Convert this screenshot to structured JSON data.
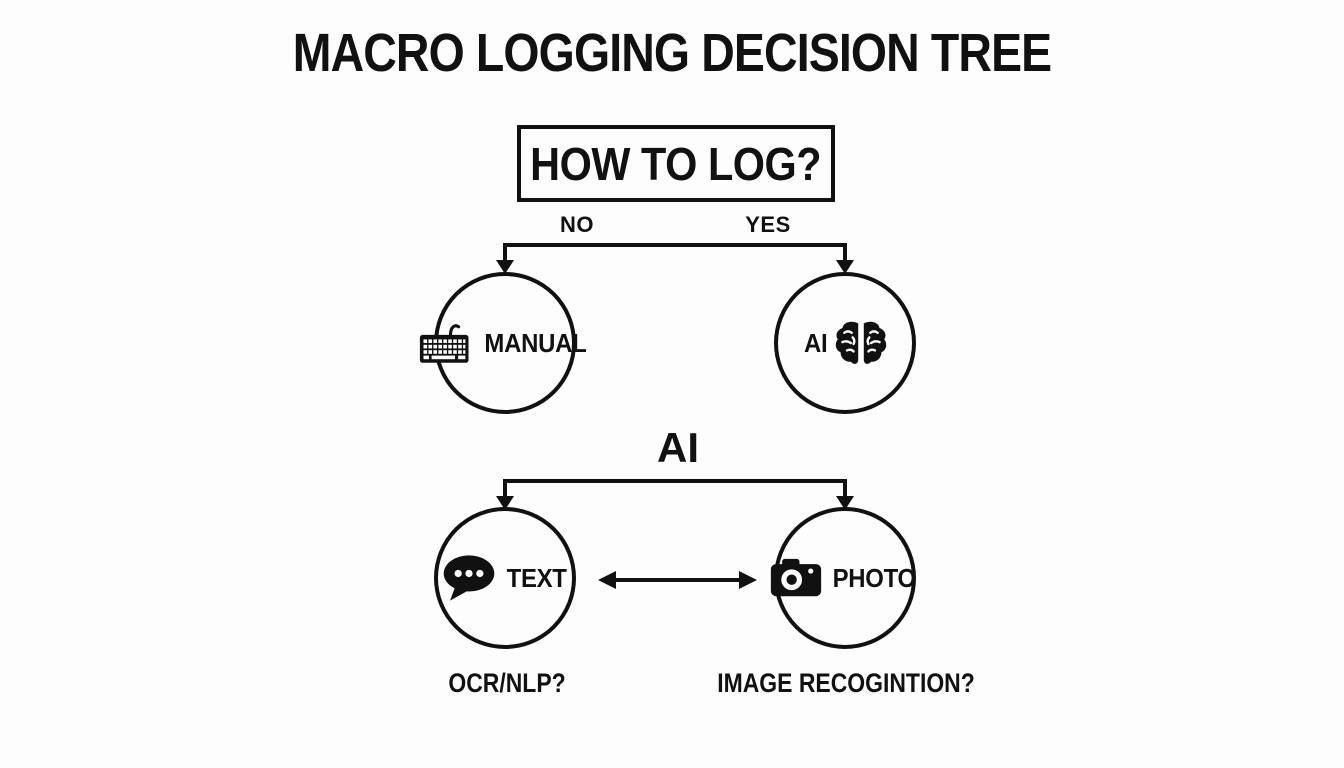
{
  "title": "MACRO LOGGING DECISION TREE",
  "root": {
    "question": "HOW TO LOG?"
  },
  "branches": {
    "no_label": "NO",
    "yes_label": "YES",
    "ai_label": "AI"
  },
  "nodes": {
    "manual": {
      "label": "MANUAL",
      "icon": "keyboard-icon"
    },
    "ai": {
      "label": "AI",
      "icon": "brain-icon"
    },
    "text": {
      "label": "TEXT",
      "icon": "speech-bubble-icon"
    },
    "photo": {
      "label": "PHOTO",
      "icon": "camera-icon"
    }
  },
  "questions": {
    "text_method": "OCR/NLP?",
    "photo_method": "IMAGE RECOGINTION?"
  },
  "colors": {
    "ink": "#111111",
    "background": "#fdfdfd"
  }
}
